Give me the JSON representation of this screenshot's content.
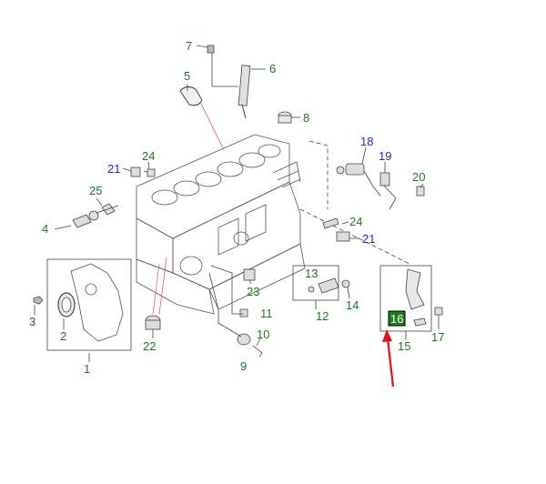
{
  "colors": {
    "green_label": "#1a7d1a",
    "blue_label": "#1a2fc7",
    "highlight_bg": "#1a7d1a",
    "highlight_text": "#ffffff",
    "arrow": "#e01010",
    "red_leader": "#e86060"
  },
  "callouts": {
    "c1": "1",
    "c2": "2",
    "c3": "3",
    "c4": "4",
    "c5": "5",
    "c6": "6",
    "c7": "7",
    "c8": "8",
    "c9": "9",
    "c10": "10",
    "c11": "11",
    "c12": "12",
    "c13": "13",
    "c14": "14",
    "c15": "15",
    "c16": "16",
    "c17": "17",
    "c18": "18",
    "c19": "19",
    "c20": "20",
    "c21a": "21",
    "c21b": "21",
    "c22": "22",
    "c23": "23",
    "c24a": "24",
    "c24b": "24",
    "c25": "25"
  }
}
